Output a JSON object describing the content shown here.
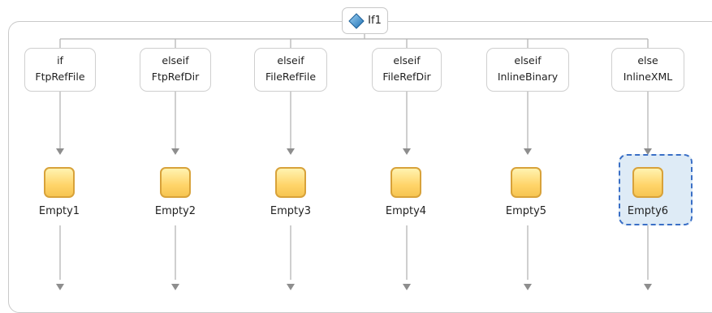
{
  "root": {
    "label": "If1",
    "icon": "if-diamond-icon"
  },
  "branches": [
    {
      "keyword": "if",
      "name": "FtpRefFile",
      "activity": "Empty1"
    },
    {
      "keyword": "elseif",
      "name": "FtpRefDir",
      "activity": "Empty2"
    },
    {
      "keyword": "elseif",
      "name": "FileRefFile",
      "activity": "Empty3"
    },
    {
      "keyword": "elseif",
      "name": "FileRefDir",
      "activity": "Empty4"
    },
    {
      "keyword": "elseif",
      "name": "InlineBinary",
      "activity": "Empty5"
    },
    {
      "keyword": "else",
      "name": "InlineXML",
      "activity": "Empty6",
      "selected": true
    }
  ],
  "colors": {
    "connector": "#b5b5b5",
    "arrow": "#8e8e8e",
    "activity_fill": "#ffd469",
    "activity_border": "#d8a23a",
    "selection_border": "#3a6fc6",
    "selection_fill": "#deebf6",
    "diamond": "#2f86c9"
  }
}
